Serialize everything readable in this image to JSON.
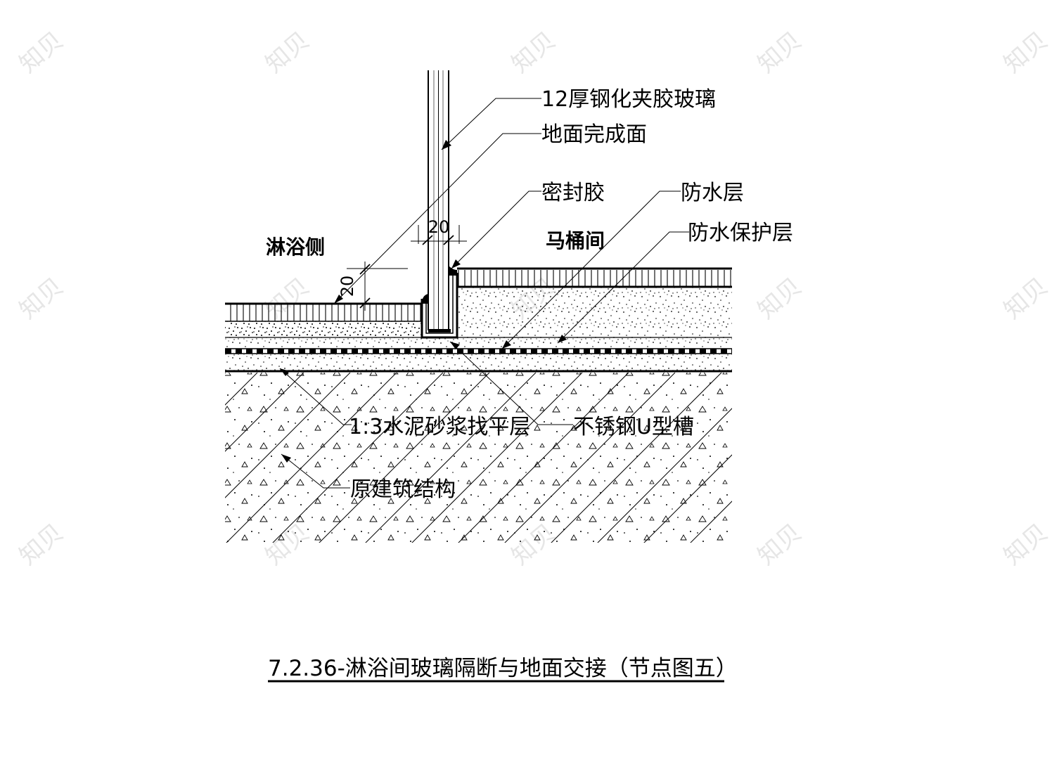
{
  "labels": {
    "glass": "12厚钢化夹胶玻璃",
    "floor_finish": "地面完成面",
    "sealant": "密封胶",
    "waterproof": "防水层",
    "waterproof_protect": "防水保护层",
    "shower_side": "淋浴侧",
    "toilet_room": "马桶间",
    "mortar": "1:3水泥砂浆找平层",
    "u_channel": "不锈钢U型槽",
    "structure": "原建筑结构"
  },
  "dims": {
    "width": "20",
    "height": "20"
  },
  "title": "7.2.36-淋浴间玻璃隔断与地面交接（节点图五）",
  "watermark": "知贝"
}
